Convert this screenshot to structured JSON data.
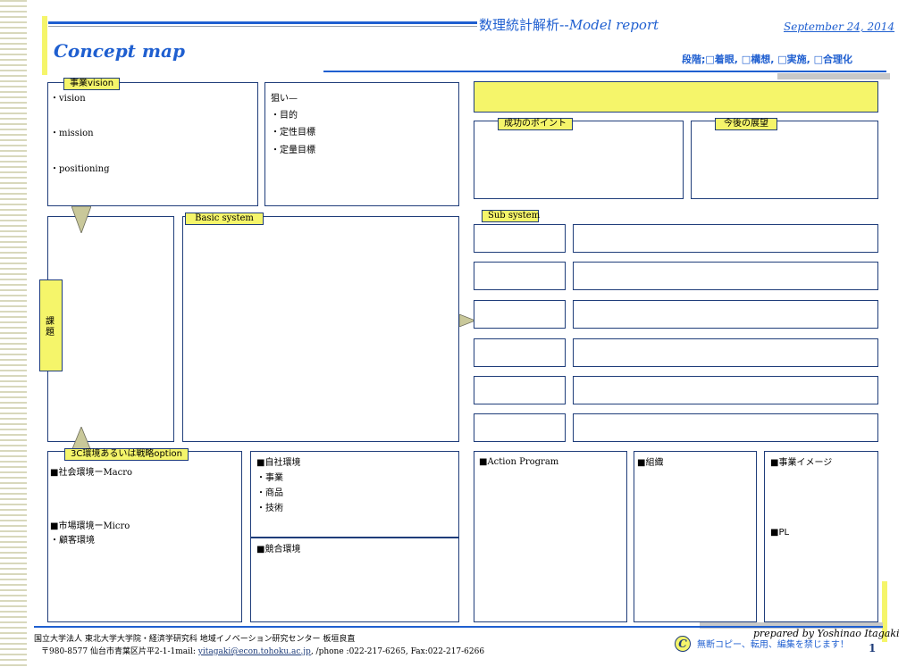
{
  "header": {
    "center_title_jp": "数理統計解析--",
    "center_title_en": "Model report",
    "date": "September 24, 2014",
    "page_title": "Concept map",
    "stages": "段階;□着眼, □構想, □実施, □合理化"
  },
  "vision": {
    "tag": "事業vision",
    "items": [
      "・vision",
      "・mission",
      "・positioning"
    ]
  },
  "aims": {
    "lines": [
      "狙い—",
      "・目的",
      "・定性目標",
      "・定量目標"
    ]
  },
  "points": {
    "success_tag": "成功のポイント",
    "future_tag": "今後の展望"
  },
  "issue_tag": "課\n題",
  "basic_system_tag": "Basic system",
  "sub_system_tag": "Sub system",
  "environment": {
    "tag": "3C環境あるいは戦略option",
    "lines": [
      "■社会環境ーMacro",
      "■市場環境ーMicro",
      "・顧客環境"
    ]
  },
  "company": {
    "lines": [
      "■自社環境",
      "・事業",
      "・商品",
      "・技術"
    ],
    "competition": "■競合環境"
  },
  "action_program": "■Action Program",
  "organization": "■組織",
  "business_image": {
    "title": "■事業イメージ",
    "pl": "■PL"
  },
  "footer": {
    "prepared_by": "prepared by Yoshinao Itagaki",
    "org": "国立大学法人  東北大学大学院・経済学研究科  地域イノベーション研究センター  板垣良直",
    "address_pre": "〒980-8577 仙台市青葉区片平2-1-1mail: ",
    "email": "yitagaki@econ.tohoku.ac.jp",
    "address_post": ", /phone :022-217-6265, Fax:022-217-6266",
    "copyright_mark": "C",
    "notice": "無断コピー、転用、編集を禁じます！",
    "page_number": "1"
  },
  "colors": {
    "accent_blue": "#1f5fd0",
    "highlight_yellow": "#f5f56a",
    "box_border": "#1f3d7a"
  }
}
